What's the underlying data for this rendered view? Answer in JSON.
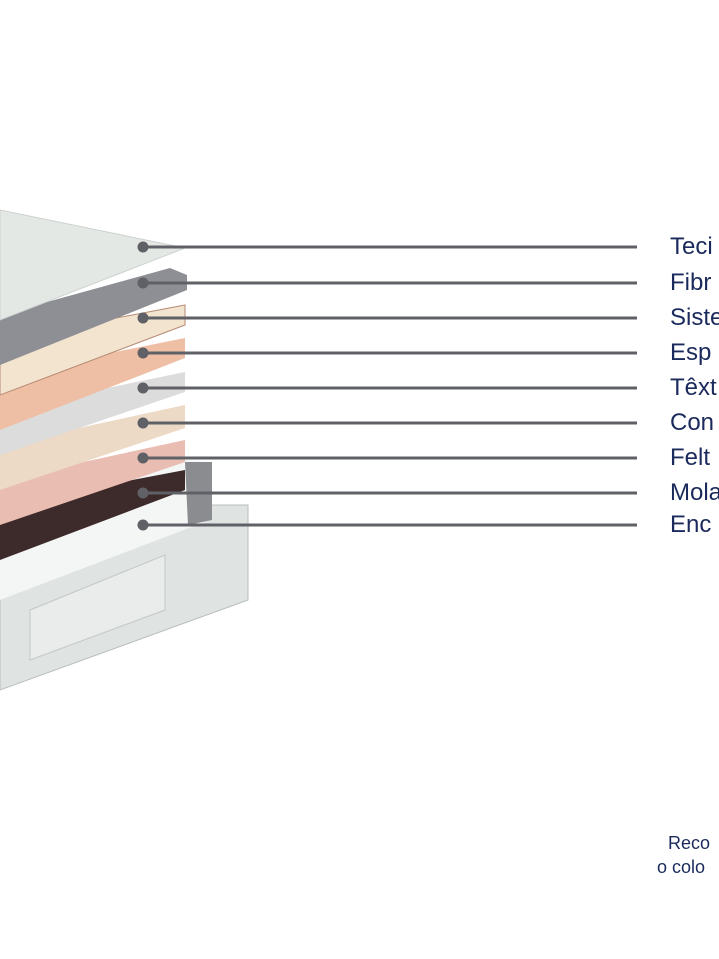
{
  "layers": [
    {
      "label": "Teci",
      "color": "#e4e8e4"
    },
    {
      "label": "Fibr",
      "color": "#8e8f95"
    },
    {
      "label": "Siste",
      "color": "#f3e4cf"
    },
    {
      "label": "Esp",
      "color": "#efbfa5"
    },
    {
      "label": "Têxt",
      "color": "#dcdcdc"
    },
    {
      "label": "Con",
      "color": "#ecd9c6"
    },
    {
      "label": "Felt",
      "color": "#e9bdb2"
    },
    {
      "label": "Mola",
      "color": "#3d2a2a"
    },
    {
      "label": "Enc",
      "color": "#f4f5f5"
    }
  ],
  "note": {
    "line1": "Reco",
    "line2": "o colo"
  },
  "leader_color": "#5f6166"
}
